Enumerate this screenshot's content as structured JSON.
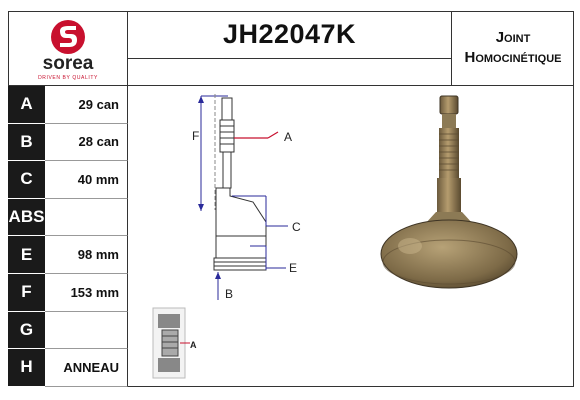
{
  "brand": {
    "name": "sorea",
    "tagline": "DRIVEN BY QUALITY",
    "color": "#c8102e"
  },
  "product": {
    "reference": "JH22047K",
    "type_line1": "Joint",
    "type_line2": "Homocinétique"
  },
  "specs": [
    {
      "letter": "A",
      "value": "29 can"
    },
    {
      "letter": "B",
      "value": "28 can"
    },
    {
      "letter": "C",
      "value": "40 mm"
    },
    {
      "letter": "ABS",
      "value": ""
    },
    {
      "letter": "E",
      "value": "98 mm"
    },
    {
      "letter": "F",
      "value": "153 mm"
    },
    {
      "letter": "G",
      "value": ""
    },
    {
      "letter": "H",
      "value": "ANNEAU"
    }
  ],
  "diagram": {
    "labels": {
      "A": "A",
      "B": "B",
      "C": "C",
      "E": "E",
      "F": "F"
    },
    "detail_label": "A",
    "line_color": "#2a2a9a",
    "accent_color": "#c8102e"
  }
}
